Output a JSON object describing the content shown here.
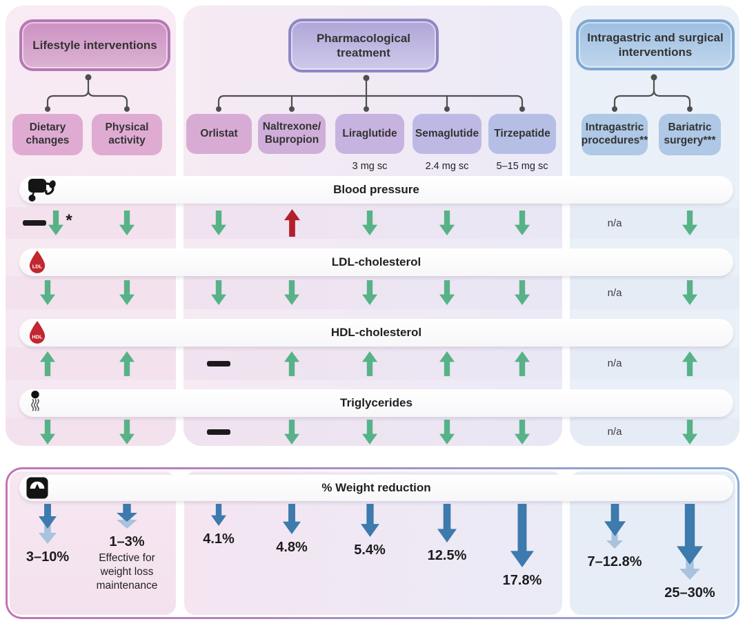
{
  "columns": [
    {
      "header": "Lifestyle interventions",
      "boxes": [
        {
          "label": "Dietary changes"
        },
        {
          "label": "Physical activity"
        }
      ]
    },
    {
      "header": "Pharmacological treatment",
      "boxes": [
        {
          "label": "Orlistat"
        },
        {
          "label": "Naltrexone/ Bupropion"
        },
        {
          "label": "Liraglutide",
          "dose": "3 mg sc"
        },
        {
          "label": "Semaglutide",
          "dose": "2.4 mg sc"
        },
        {
          "label": "Tirzepatide",
          "dose": "5–15 mg sc"
        }
      ]
    },
    {
      "header": "Intragastric and surgical interventions",
      "boxes": [
        {
          "label": "Intragastric procedures**"
        },
        {
          "label": "Bariatric surgery***"
        }
      ]
    }
  ],
  "rows": [
    {
      "label": "Blood pressure",
      "icon": "blood-pressure-monitor-icon",
      "cells": [
        [
          "dash",
          "down",
          "asterisk"
        ],
        [
          "down"
        ],
        [
          "down"
        ],
        [
          "up-red"
        ],
        [
          "down"
        ],
        [
          "down"
        ],
        [
          "down"
        ],
        [
          "na"
        ],
        [
          "down"
        ]
      ]
    },
    {
      "label": "LDL-cholesterol",
      "icon": "ldl-blood-drop-icon",
      "cells": [
        [
          "down"
        ],
        [
          "down"
        ],
        [
          "down"
        ],
        [
          "down"
        ],
        [
          "down"
        ],
        [
          "down"
        ],
        [
          "down"
        ],
        [
          "na"
        ],
        [
          "down"
        ]
      ]
    },
    {
      "label": "HDL-cholesterol",
      "icon": "hdl-blood-drop-icon",
      "cells": [
        [
          "up"
        ],
        [
          "up"
        ],
        [
          "dash"
        ],
        [
          "up"
        ],
        [
          "up"
        ],
        [
          "up"
        ],
        [
          "up"
        ],
        [
          "na"
        ],
        [
          "up"
        ]
      ]
    },
    {
      "label": "Triglycerides",
      "icon": "triglycerides-molecule-icon",
      "cells": [
        [
          "down"
        ],
        [
          "down"
        ],
        [
          "dash"
        ],
        [
          "down"
        ],
        [
          "down"
        ],
        [
          "down"
        ],
        [
          "down"
        ],
        [
          "na"
        ],
        [
          "down"
        ]
      ]
    }
  ],
  "not_applicable": "n/a",
  "footnote_marker": "*",
  "drop_icon_labels": {
    "ldl": "LDL",
    "hdl": "HDL"
  },
  "weight_row": {
    "label": "% Weight reduction",
    "icon": "weight-scale-icon",
    "items": [
      {
        "value": "3–10%",
        "arrow": "two-tone"
      },
      {
        "value": "1–3%",
        "note": "Effective for weight loss maintenance",
        "arrow": "two-tone"
      },
      {
        "value": "4.1%",
        "arrow": "solid"
      },
      {
        "value": "4.8%",
        "arrow": "solid"
      },
      {
        "value": "5.4%",
        "arrow": "solid"
      },
      {
        "value": "12.5%",
        "arrow": "solid"
      },
      {
        "value": "17.8%",
        "arrow": "solid"
      },
      {
        "value": "7–12.8%",
        "arrow": "two-tone"
      },
      {
        "value": "25–30%",
        "arrow": "two-tone"
      }
    ]
  },
  "colors": {
    "decrease_green": "#57b287",
    "adverse_increase_red": "#b2212a",
    "no_change_black": "#1b1b1b",
    "weight_arrow_blue": "#3d7aad",
    "weight_arrow_light_blue": "#a9c3de",
    "lifestyle_accent": "#b678b4",
    "pharma_accent": "#8f86c5",
    "surgical_accent": "#7ea8d5"
  }
}
